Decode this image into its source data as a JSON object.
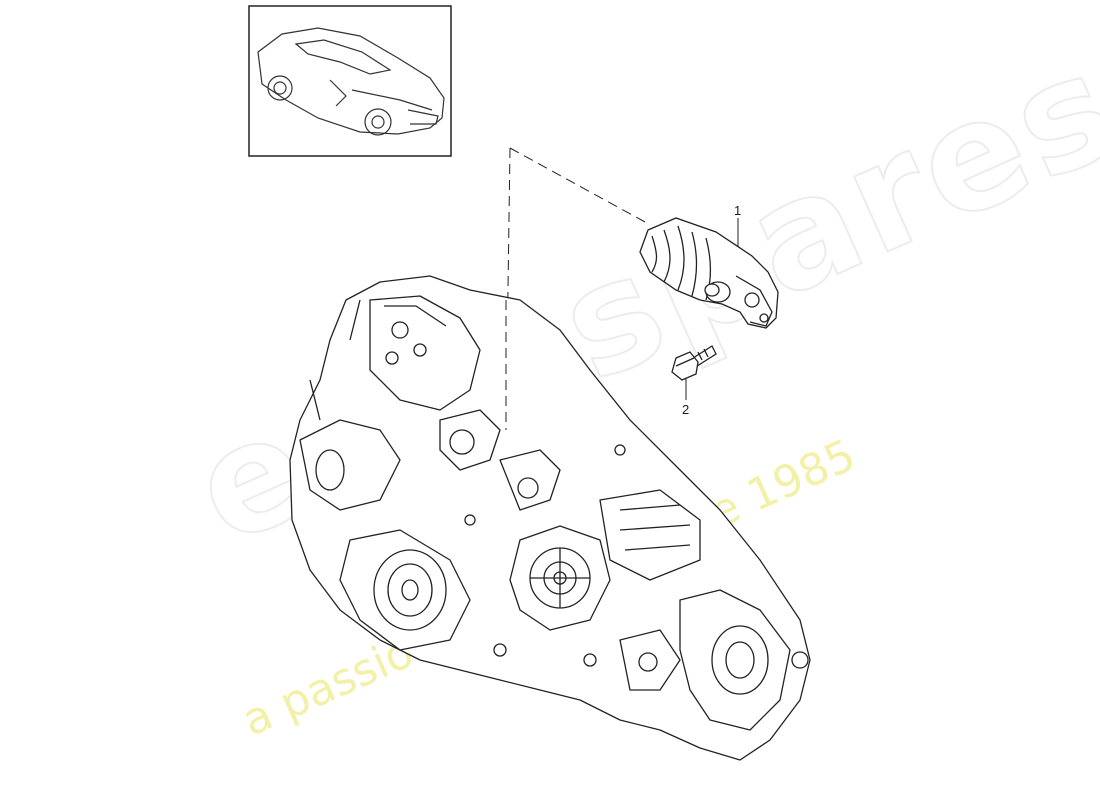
{
  "callouts": [
    {
      "label": "1"
    },
    {
      "label": "2"
    }
  ],
  "watermark": {
    "brand": "eurospares",
    "tagline": "a passion for parts since 1985"
  },
  "colors": {
    "line": "#222222",
    "watermark_outline": "#ececec",
    "watermark_tagline": "#f1ee9a"
  },
  "icons": {
    "vehicle_thumbnail": "coupe-car-icon"
  }
}
